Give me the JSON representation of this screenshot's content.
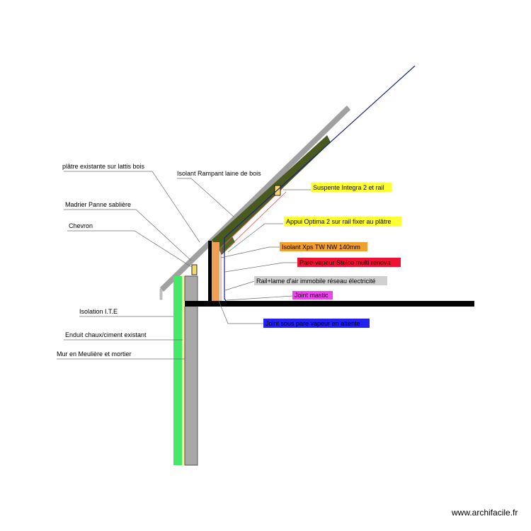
{
  "diagram": {
    "labels": {
      "platre": "plâtre existante sur lattis bois",
      "rampant": "Isolant Rampant laine de bois",
      "madrier": "Madrier Panne sablière",
      "chevron": "Chevron",
      "ite": "Isolation I.T.E",
      "enduit": "Enduit chaux/ciment existant",
      "mur": "Mur en Meulière et mortier",
      "suspente": "Suspente Integra 2 et rail",
      "appui": "Appui Optima 2 sur rail fixer au plâtre",
      "xps": "Isolant Xps TW NW 140mm",
      "pare_vapeur": "Pare-vapeur Steico multi renova",
      "rail_air": "Rail+lame d'air immobile réseau électricité",
      "joint_mastic": "Joint mastic",
      "joint_sous": "Joint sous pare vapeur en attente"
    },
    "highlight_colors": {
      "suspente": "#ffff33",
      "appui": "#ffff33",
      "xps": "#f0a030",
      "pare_vapeur": "#ee1133",
      "rail_air": "#d0d0d0",
      "joint_mastic": "#ee44ee",
      "joint_sous": "#2222ee"
    },
    "material_colors": {
      "roof_cover": "#a0a0a0",
      "wood_insulation": "#4a5a1e",
      "ite": "#44e86a",
      "render": "#f4f49a",
      "wall": "#a8a8a8",
      "xps": "#f0a050",
      "floor": "#000000",
      "vapor_line": "#1a237e",
      "suspente": "#f5d76e"
    },
    "watermark": "www.archifacile.fr"
  }
}
